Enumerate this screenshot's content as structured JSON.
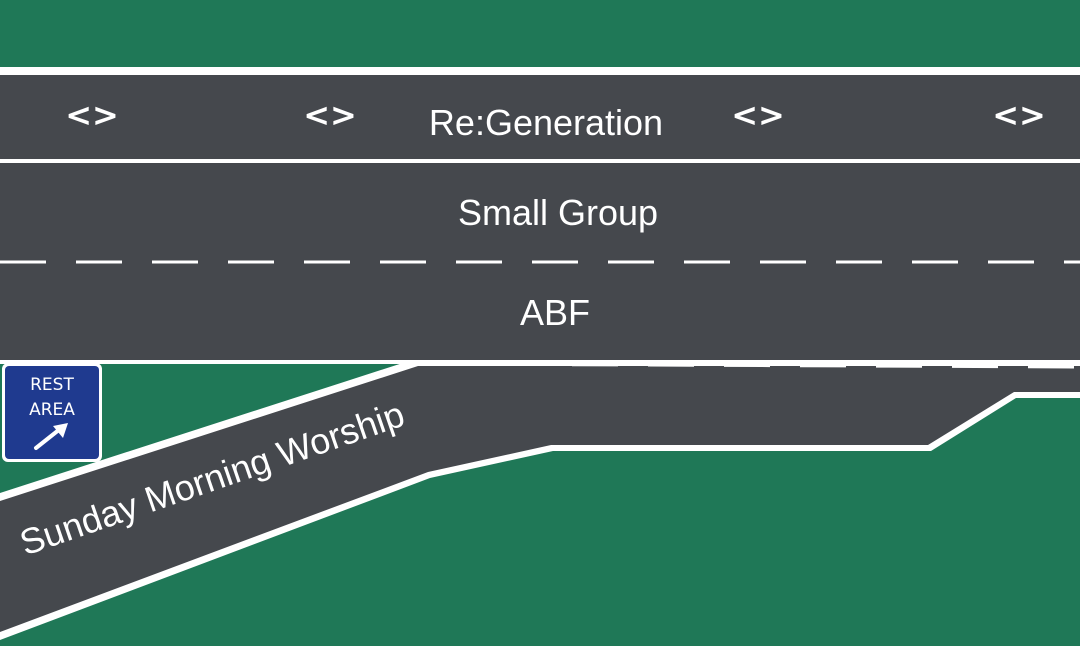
{
  "colors": {
    "grass": "#1f7857",
    "asphalt": "#45484d",
    "line": "#ffffff",
    "sign_blue": "#1f3a8f"
  },
  "lanes": {
    "top": "Re:Generation",
    "middle": "Small Group",
    "bottom": "ABF",
    "ramp": "Sunday Morning Worship"
  },
  "arrow_markers": [
    "<>",
    "<>",
    "<>",
    "<>"
  ],
  "sign": {
    "line1": "REST",
    "line2": "AREA",
    "icon": "arrow-up-right-icon"
  }
}
